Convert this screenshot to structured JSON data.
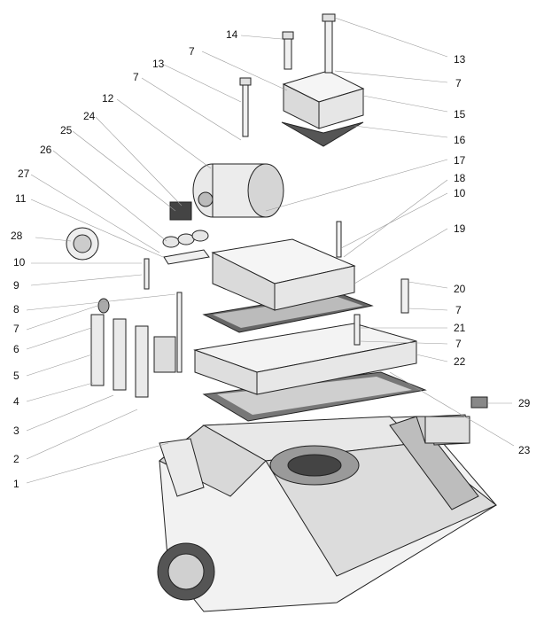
{
  "diagram": {
    "callouts_left": [
      "28",
      "27",
      "26",
      "25",
      "24",
      "12",
      "13",
      "7",
      "14",
      "11",
      "10",
      "9",
      "8",
      "7",
      "6",
      "5",
      "4",
      "3",
      "2",
      "1"
    ],
    "callouts_right": [
      "13",
      "7",
      "15",
      "16",
      "17",
      "18",
      "10",
      "19",
      "20",
      "7",
      "21",
      "7",
      "22",
      "23",
      "29"
    ],
    "callouts_top": [
      "7"
    ],
    "colors": {
      "ink": "#222222",
      "leader": "#9a9a9a",
      "shade_light": "#eeeeee",
      "shade_mid": "#c8c8c8",
      "shade_dark": "#555555"
    }
  }
}
